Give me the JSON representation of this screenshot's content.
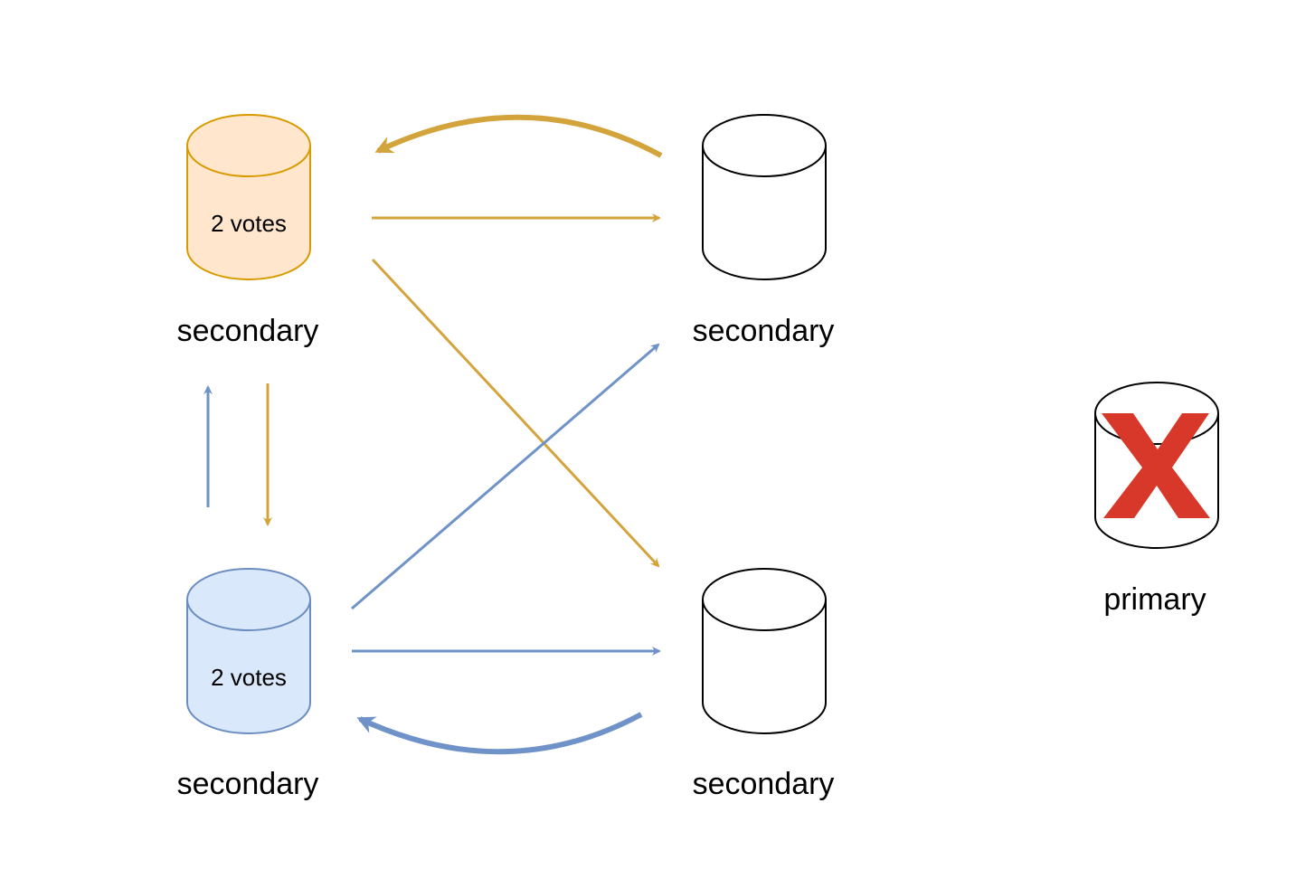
{
  "colors": {
    "orange_fill": "#ffe6cc",
    "orange_stroke": "#d79b00",
    "orange_arrow": "#d4a43c",
    "blue_fill": "#dae8fc",
    "blue_stroke": "#6c8ebf",
    "blue_arrow": "#6f93c8",
    "plain_stroke": "#000000",
    "x_mark": "#d8382a"
  },
  "nodes": {
    "top_left": {
      "label": "secondary",
      "votes": "2 votes"
    },
    "top_right": {
      "label": "secondary"
    },
    "bottom_left": {
      "label": "secondary",
      "votes": "2 votes"
    },
    "bottom_right": {
      "label": "secondary"
    },
    "failed": {
      "label": "primary",
      "icon": "x-mark-icon"
    }
  }
}
